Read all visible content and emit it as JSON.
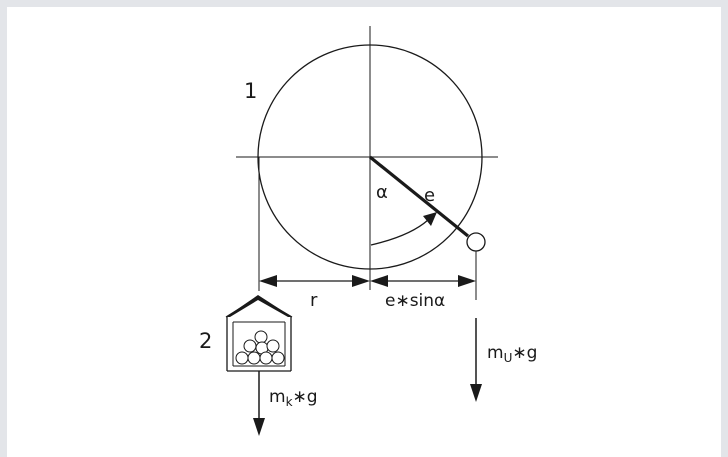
{
  "diagram": {
    "labels": {
      "wheel_number": "1",
      "basket_number": "2",
      "angle": "α",
      "eccentricity": "e",
      "radius": "r",
      "lever_arm": "e∗sinα",
      "unbalance_force_mass": "m",
      "unbalance_force_sub": "U",
      "unbalance_force_rest": "∗g",
      "basket_force_mass": "m",
      "basket_force_sub": "k",
      "basket_force_rest": "∗g"
    },
    "colors": {
      "background": "#e3e5e9",
      "panel": "#ffffff",
      "stroke": "#1a1a1a"
    }
  }
}
